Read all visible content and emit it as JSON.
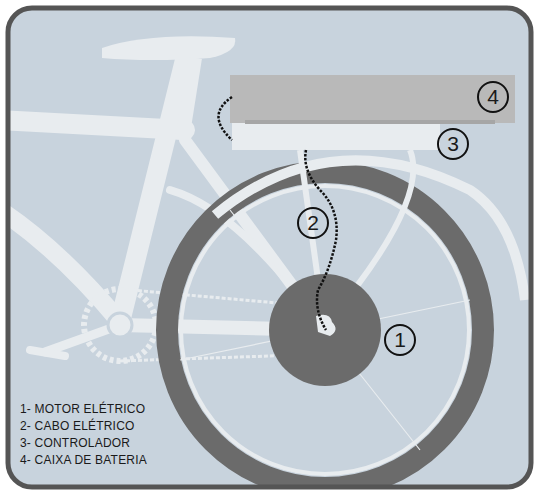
{
  "diagram": {
    "labels": [
      "4",
      "3",
      "2",
      "1",
      "1- MOTOR ELÉTRICO",
      "2- CABO ELÉTRICO",
      "3- CONTROLADOR",
      "4- CAIXA DE BATERIA"
    ]
  }
}
